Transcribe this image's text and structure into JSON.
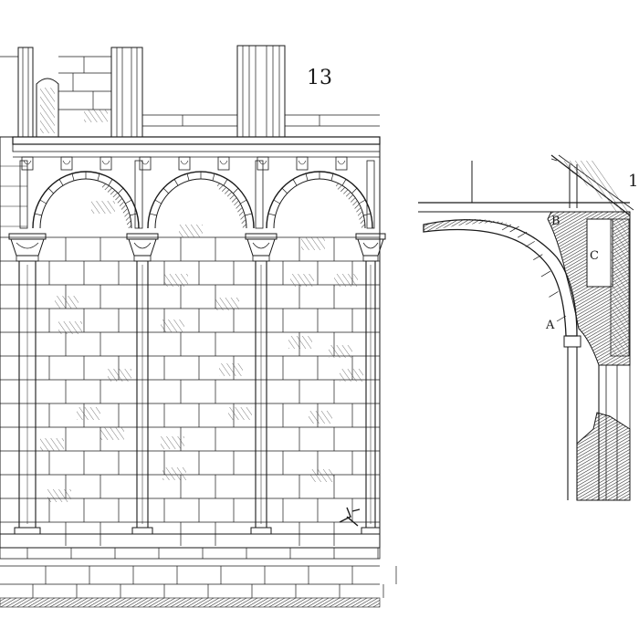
{
  "figure": {
    "number": "13",
    "partial_number": "1"
  },
  "section": {
    "labels": {
      "a": "A",
      "b": "B",
      "c": "C"
    }
  },
  "colors": {
    "ink": "#1a1a1a",
    "paper": "#ffffff",
    "hatch": "#555555"
  }
}
